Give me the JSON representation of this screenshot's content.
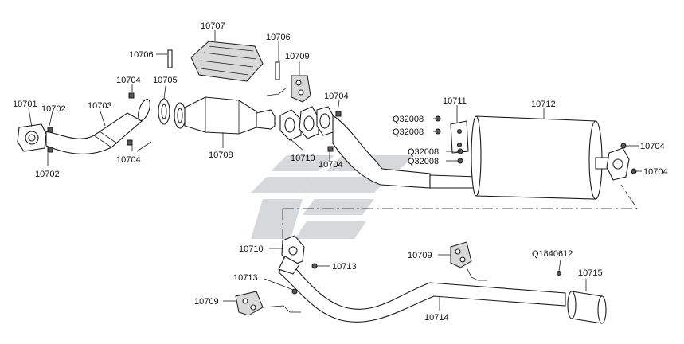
{
  "colors": {
    "outline": "#1a1a1a",
    "fill": "#ffffff",
    "watermark": "#d5d9dc"
  },
  "watermark": {
    "name": "logo-watermark"
  },
  "labels": {
    "p10701": "10701",
    "p10702a": "10702",
    "p10702b": "10702",
    "p10703": "10703",
    "p10704a": "10704",
    "p10704b": "10704",
    "p10704c": "10704",
    "p10704d": "10704",
    "p10704e": "10704",
    "p10704f": "10704",
    "p10705": "10705",
    "p10706a": "10706",
    "p10706b": "10706",
    "p10707": "10707",
    "p10708": "10708",
    "p10709a": "10709",
    "p10709b": "10709",
    "p10709c": "10709",
    "p10710a": "10710",
    "p10710b": "10710",
    "p10711": "10711",
    "p10712": "10712",
    "p10713a": "10713",
    "p10713b": "10713",
    "p10714": "10714",
    "p10715": "10715",
    "q32008a": "Q32008",
    "q32008b": "Q32008",
    "q32008c": "Q32008",
    "q32008d": "Q32008",
    "q1840612": "Q1840612"
  }
}
